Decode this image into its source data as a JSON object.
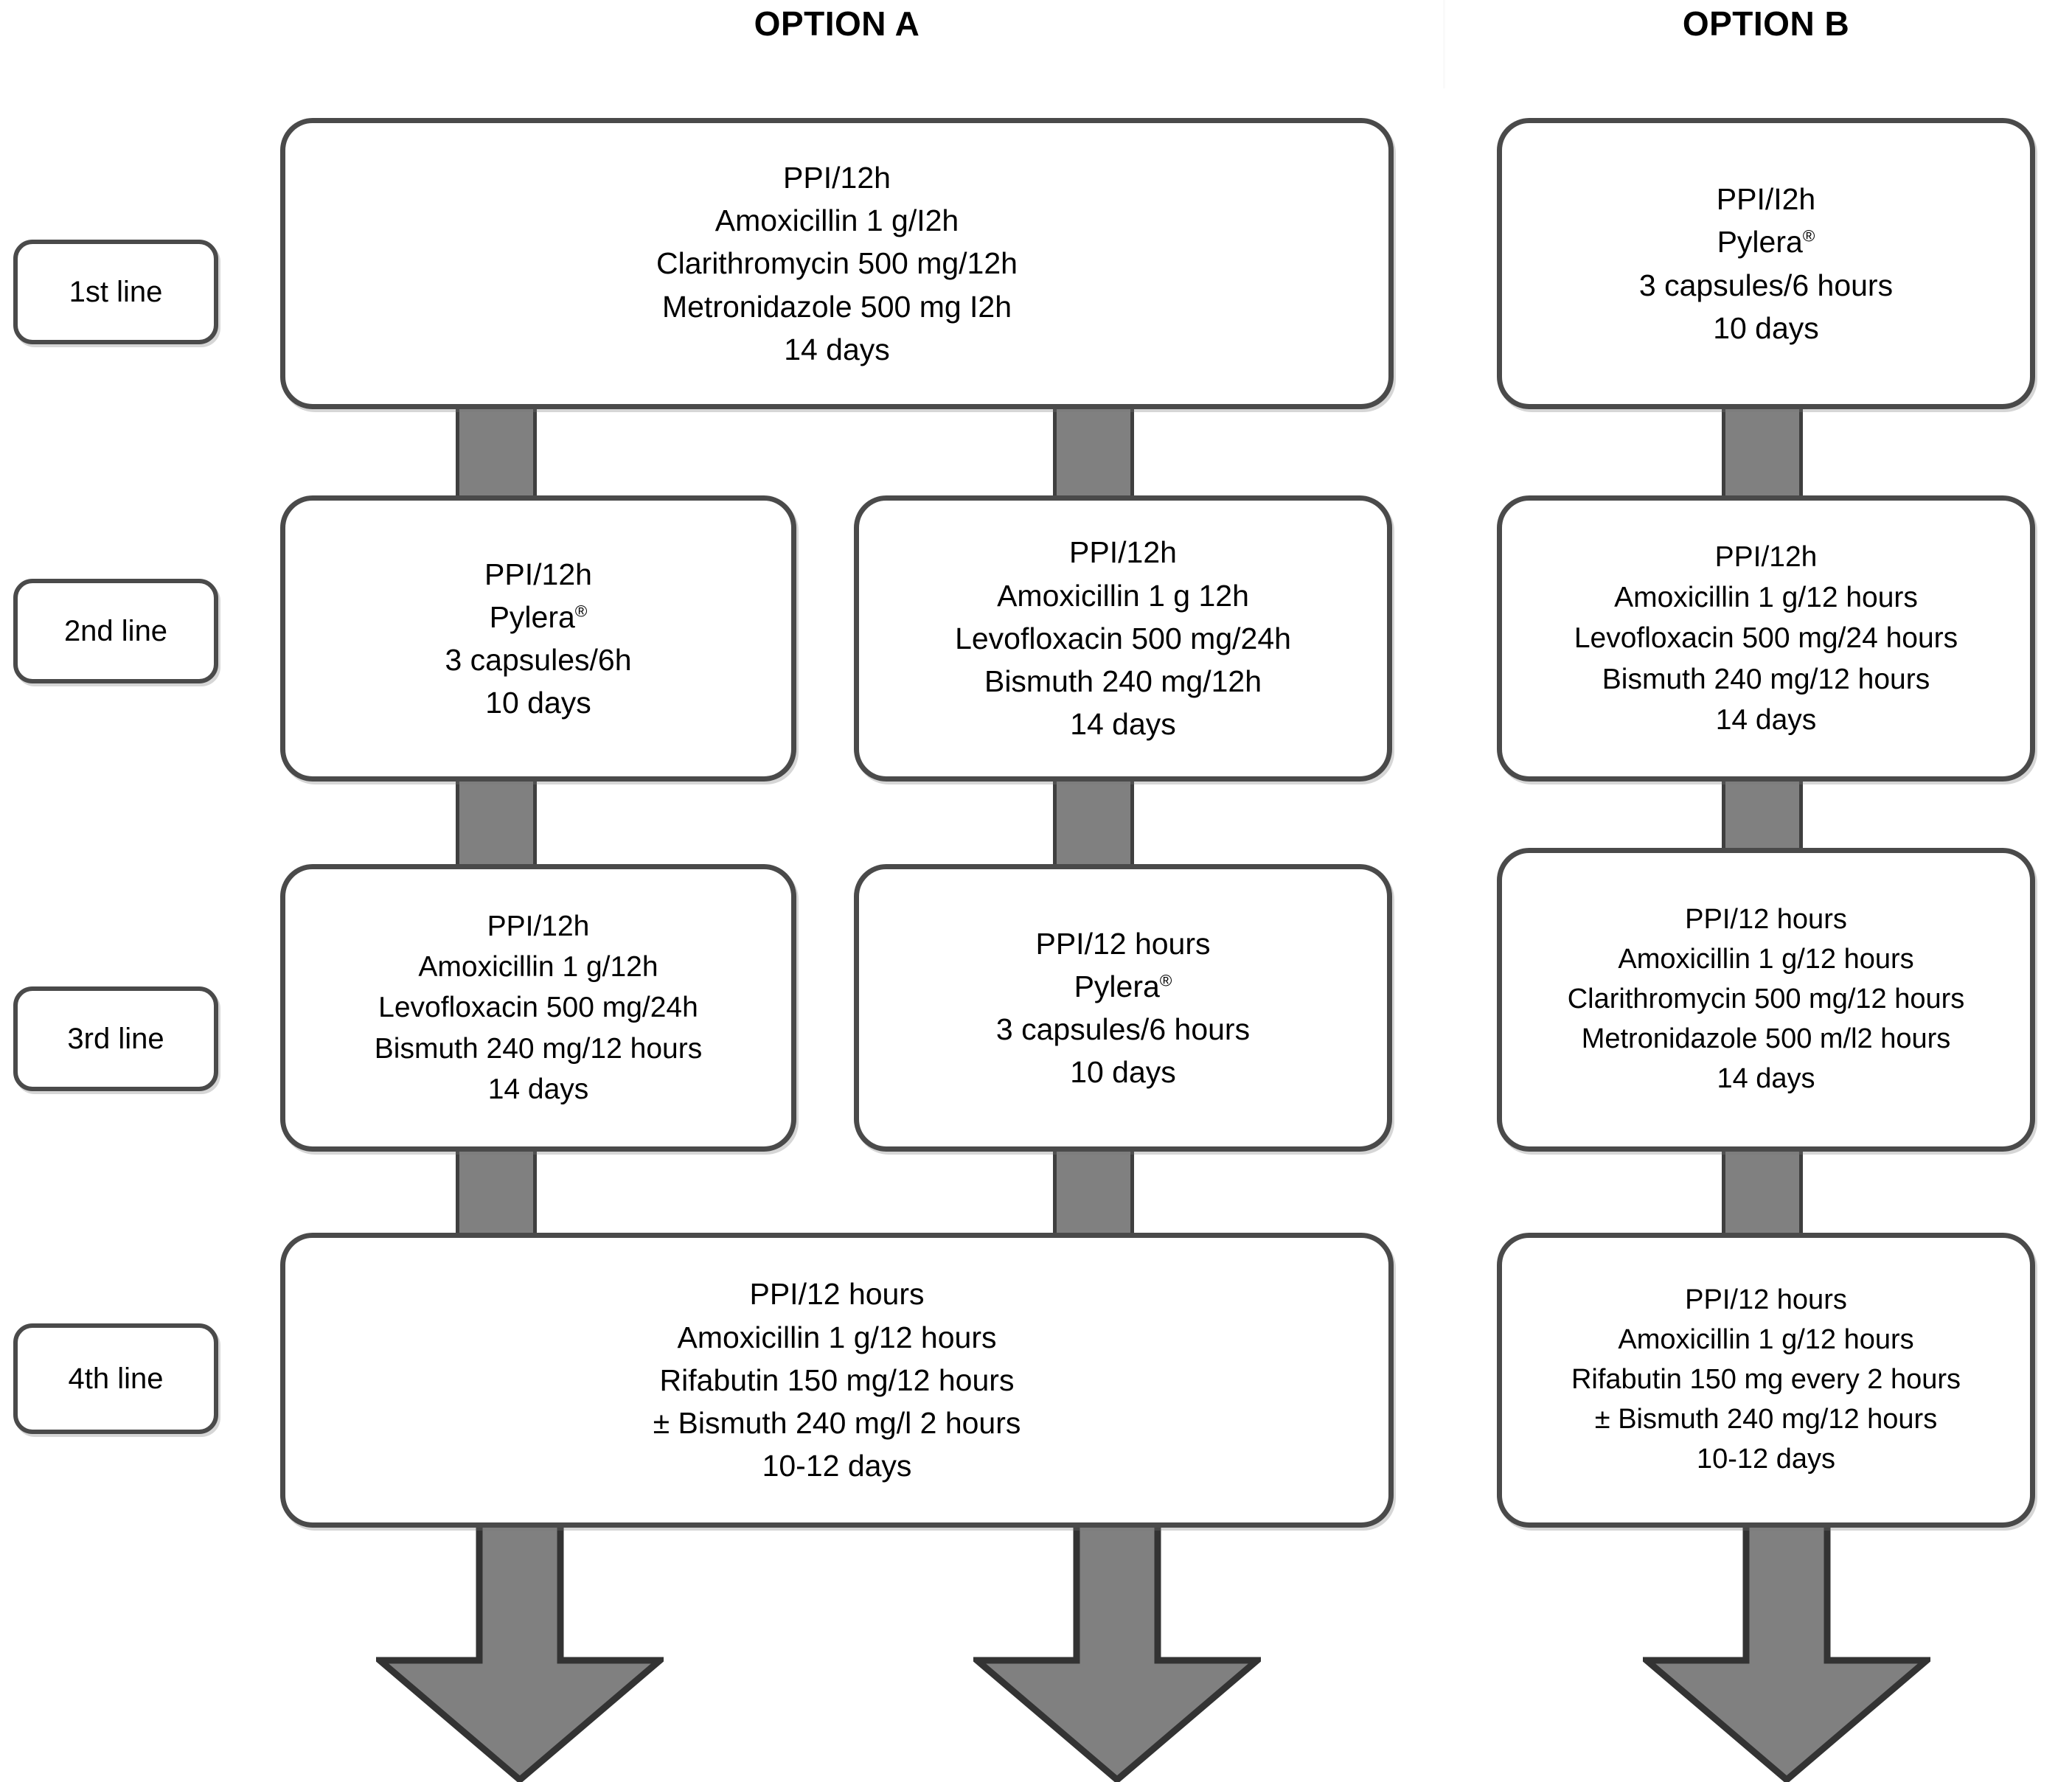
{
  "headers": {
    "option_a": "OPTION A",
    "option_b": "OPTION B"
  },
  "line_labels": [
    {
      "id": "1st",
      "text": "1st line"
    },
    {
      "id": "2nd",
      "text": "2nd line"
    },
    {
      "id": "3rd",
      "text": "3rd line"
    },
    {
      "id": "4th",
      "text": "4th line"
    }
  ],
  "boxes": {
    "a1": {
      "l1": "PPI/12h",
      "l2": "Amoxicillin 1 g/I2h",
      "l3": "Clarithromycin 500 mg/12h",
      "l4": "Metronidazole 500 mg I2h",
      "l5": "14 days"
    },
    "a2_left": {
      "l1": "PPI/12h",
      "l2": "Pylera",
      "l2_sup": "®",
      "l3": "3 capsules/6h",
      "l4": "10 days"
    },
    "a2_mid": {
      "l1": "PPI/12h",
      "l2": "Amoxicillin 1 g 12h",
      "l3": "Levofloxacin 500 mg/24h",
      "l4": "Bismuth 240 mg/12h",
      "l5": "14 days"
    },
    "a3_left": {
      "l1": "PPI/12h",
      "l2": "Amoxicillin 1 g/12h",
      "l3": "Levofloxacin 500 mg/24h",
      "l4": "Bismuth 240 mg/12 hours",
      "l5": "14 days"
    },
    "a3_mid": {
      "l1": "PPI/12 hours",
      "l2": "Pylera",
      "l2_sup": "®",
      "l3": "3 capsules/6 hours",
      "l4": "10 days"
    },
    "a4": {
      "l1": "PPI/12 hours",
      "l2": "Amoxicillin 1 g/12 hours",
      "l3": "Rifabutin 150 mg/12 hours",
      "l4": "± Bismuth 240 mg/l 2 hours",
      "l5": "10-12 days"
    },
    "b1": {
      "l1": "PPI/I2h",
      "l2": "Pylera",
      "l2_sup": "®",
      "l3": "3 capsules/6 hours",
      "l4": "10 days"
    },
    "b2": {
      "l1": "PPI/12h",
      "l2": "Amoxicillin 1 g/12 hours",
      "l3": "Levofloxacin 500 mg/24 hours",
      "l4": "Bismuth 240 mg/12 hours",
      "l5": "14 days"
    },
    "b3": {
      "l1": "PPI/12 hours",
      "l2": "Amoxicillin 1 g/12 hours",
      "l3": "Clarithromycin 500 mg/12 hours",
      "l4": "Metronidazole 500 m/l2 hours",
      "l5": "14 days"
    },
    "b4": {
      "l1": "PPI/12 hours",
      "l2": "Amoxicillin 1 g/12 hours",
      "l3": "Rifabutin 150 mg every 2 hours",
      "l4": "± Bismuth 240 mg/12 hours",
      "l5": "10-12 days"
    }
  },
  "colors": {
    "box_border": "#4a4a4a",
    "connector_fill": "#808080",
    "connector_edge": "#3f3f3f",
    "arrow_fill": "#808080",
    "arrow_edge": "#333333",
    "text": "#000000",
    "background": "#ffffff"
  }
}
